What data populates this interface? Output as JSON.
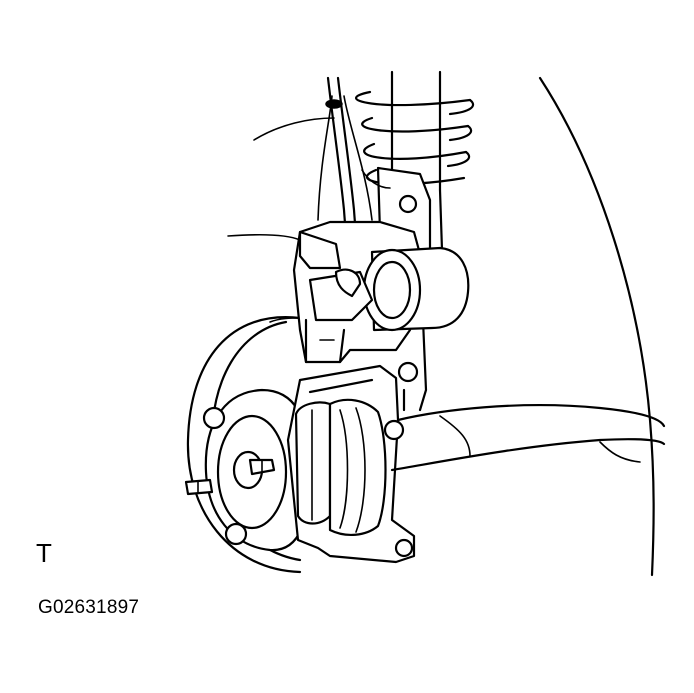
{
  "figure": {
    "corner_mark": "T",
    "code": "G02631897",
    "illustration": "brake-caliper-assembly-illustration"
  }
}
